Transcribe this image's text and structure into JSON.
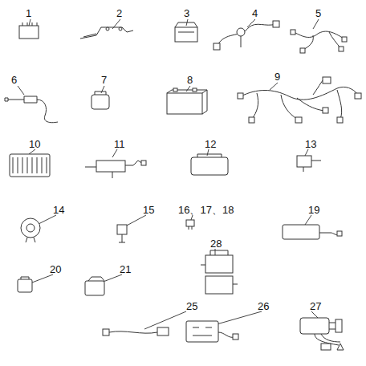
{
  "diagram": {
    "labels": [
      "1",
      "2",
      "3",
      "4",
      "5",
      "6",
      "7",
      "8",
      "9",
      "10",
      "11",
      "12",
      "13",
      "14",
      "15",
      "16、17、18",
      "19",
      "20",
      "21",
      "28",
      "25",
      "26",
      "27"
    ]
  }
}
